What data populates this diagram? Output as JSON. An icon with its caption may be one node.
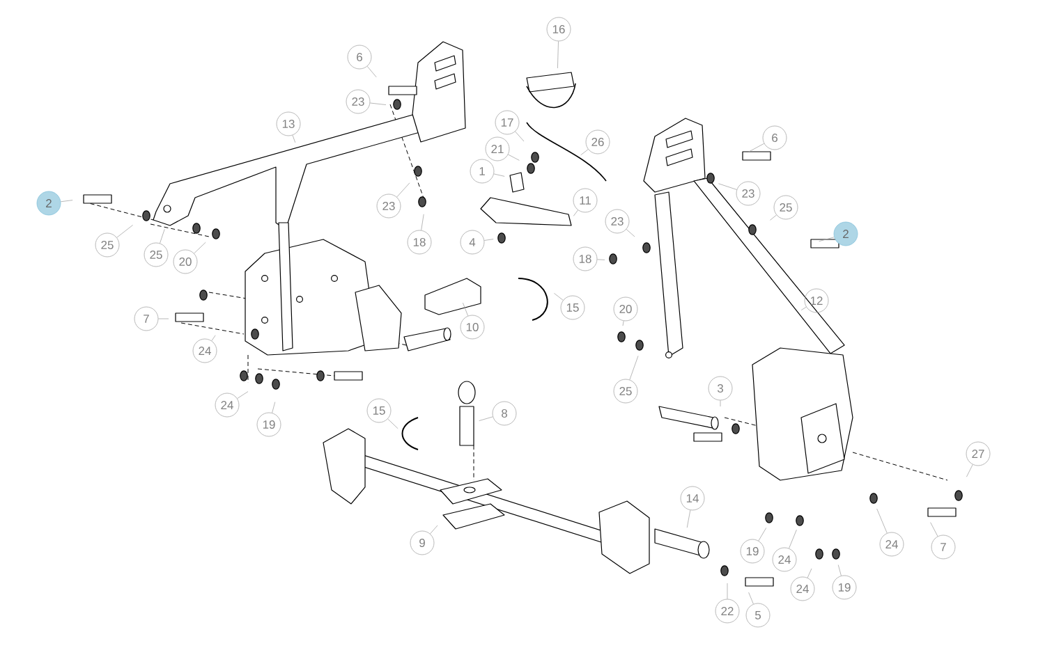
{
  "diagram": {
    "nodes": [
      {
        "text": [
          "2"
        ]
      },
      {
        "text": [
          "25"
        ]
      },
      {
        "text": [
          "25"
        ]
      },
      {
        "text": [
          "20"
        ]
      },
      {
        "text": [
          "13"
        ]
      },
      {
        "text": [
          "6"
        ]
      },
      {
        "text": [
          "23"
        ]
      },
      {
        "text": [
          "23"
        ]
      },
      {
        "text": [
          "18"
        ]
      },
      {
        "text": [
          "16"
        ]
      },
      {
        "text": [
          "17"
        ]
      },
      {
        "text": [
          "21"
        ]
      },
      {
        "text": [
          "1"
        ]
      },
      {
        "text": [
          "26"
        ]
      },
      {
        "text": [
          "11"
        ]
      },
      {
        "text": [
          "4"
        ]
      },
      {
        "text": [
          "23"
        ]
      },
      {
        "text": [
          "18"
        ]
      },
      {
        "text": [
          "6"
        ]
      },
      {
        "text": [
          "23"
        ]
      },
      {
        "text": [
          "25"
        ]
      },
      {
        "text": [
          "2"
        ]
      },
      {
        "text": [
          "7"
        ]
      },
      {
        "text": [
          "10"
        ]
      },
      {
        "text": [
          "15"
        ]
      },
      {
        "text": [
          "20"
        ]
      },
      {
        "text": [
          "12"
        ]
      },
      {
        "text": [
          "24"
        ]
      },
      {
        "text": [
          "24"
        ]
      },
      {
        "text": [
          "19"
        ]
      },
      {
        "text": [
          "15"
        ]
      },
      {
        "text": [
          "8"
        ]
      },
      {
        "text": [
          "25"
        ]
      },
      {
        "text": [
          "3"
        ]
      },
      {
        "text": [
          "27"
        ]
      },
      {
        "text": [
          "9"
        ]
      },
      {
        "text": [
          "14"
        ]
      },
      {
        "text": [
          "19"
        ]
      },
      {
        "text": [
          "24"
        ]
      },
      {
        "text": [
          "24"
        ]
      },
      {
        "text": [
          "7"
        ]
      },
      {
        "text": [
          "24"
        ]
      },
      {
        "text": [
          "19"
        ]
      },
      {
        "text": [
          "22"
        ]
      },
      {
        "text": [
          "5"
        ]
      }
    ],
    "edges": [
      {
        "from": 0,
        "to": null,
        "arrow": "none"
      },
      {
        "from": 1,
        "to": null,
        "arrow": "none"
      },
      {
        "from": 2,
        "to": null,
        "arrow": "none"
      },
      {
        "from": 3,
        "to": null,
        "arrow": "none"
      },
      {
        "from": 4,
        "to": null,
        "arrow": "none"
      },
      {
        "from": 5,
        "to": null,
        "arrow": "none"
      },
      {
        "from": 6,
        "to": null,
        "arrow": "none"
      },
      {
        "from": 7,
        "to": null,
        "arrow": "none"
      },
      {
        "from": 8,
        "to": null,
        "arrow": "none"
      },
      {
        "from": 9,
        "to": null,
        "arrow": "none"
      },
      {
        "from": 10,
        "to": null,
        "arrow": "none"
      },
      {
        "from": 11,
        "to": null,
        "arrow": "none"
      },
      {
        "from": 12,
        "to": null,
        "arrow": "none"
      },
      {
        "from": 13,
        "to": null,
        "arrow": "none"
      },
      {
        "from": 14,
        "to": null,
        "arrow": "none"
      },
      {
        "from": 15,
        "to": null,
        "arrow": "none"
      },
      {
        "from": 16,
        "to": null,
        "arrow": "none"
      },
      {
        "from": 17,
        "to": null,
        "arrow": "none"
      },
      {
        "from": 18,
        "to": null,
        "arrow": "none"
      },
      {
        "from": 19,
        "to": null,
        "arrow": "none"
      },
      {
        "from": 20,
        "to": null,
        "arrow": "none"
      },
      {
        "from": 21,
        "to": null,
        "arrow": "none"
      },
      {
        "from": 22,
        "to": null,
        "arrow": "none"
      },
      {
        "from": 23,
        "to": null,
        "arrow": "none"
      },
      {
        "from": 24,
        "to": null,
        "arrow": "none"
      },
      {
        "from": 25,
        "to": null,
        "arrow": "none"
      },
      {
        "from": 26,
        "to": null,
        "arrow": "none"
      },
      {
        "from": 27,
        "to": null,
        "arrow": "none"
      },
      {
        "from": 28,
        "to": null,
        "arrow": "none"
      },
      {
        "from": 29,
        "to": null,
        "arrow": "none"
      },
      {
        "from": 30,
        "to": null,
        "arrow": "none"
      },
      {
        "from": 31,
        "to": null,
        "arrow": "none"
      },
      {
        "from": 32,
        "to": null,
        "arrow": "none"
      },
      {
        "from": 33,
        "to": null,
        "arrow": "none"
      },
      {
        "from": 34,
        "to": null,
        "arrow": "none"
      },
      {
        "from": 35,
        "to": null,
        "arrow": "none"
      },
      {
        "from": 36,
        "to": null,
        "arrow": "none"
      },
      {
        "from": 37,
        "to": null,
        "arrow": "none"
      },
      {
        "from": 38,
        "to": null,
        "arrow": "none"
      },
      {
        "from": 39,
        "to": null,
        "arrow": "none"
      },
      {
        "from": 40,
        "to": null,
        "arrow": "none"
      },
      {
        "from": 41,
        "to": null,
        "arrow": "none"
      },
      {
        "from": 42,
        "to": null,
        "arrow": "none"
      },
      {
        "from": 43,
        "to": null,
        "arrow": "none"
      },
      {
        "from": 44,
        "to": null,
        "arrow": "none"
      }
    ]
  }
}
